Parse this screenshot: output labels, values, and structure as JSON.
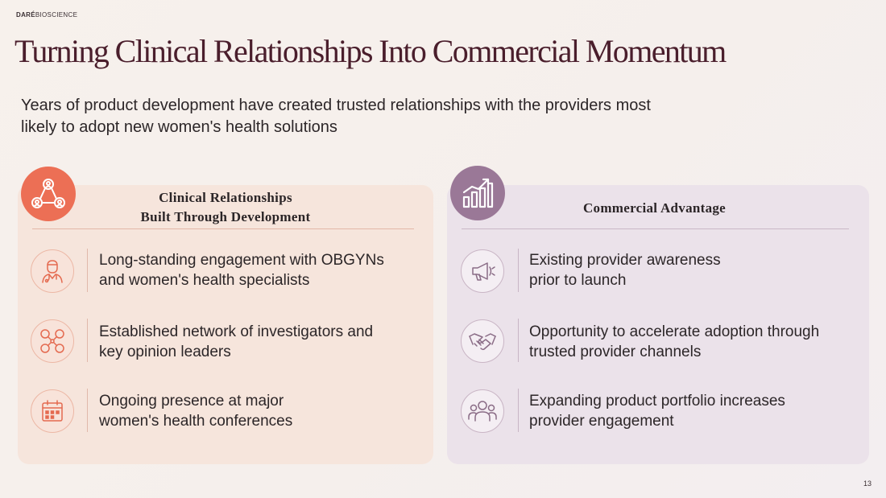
{
  "logo": {
    "bold": "DARÉ",
    "rest": "BIOSCIENCE"
  },
  "title": "Turning Clinical Relationships Into Commercial Momentum",
  "subtitle": "Years of product development have created trusted relationships with the providers most likely to adopt new women's health solutions",
  "left_panel": {
    "title_line1": "Clinical Relationships",
    "title_line2": "Built Through Development",
    "badge_icon": "people-network-icon",
    "items": [
      {
        "icon": "doctor-icon",
        "line1": "Long-standing engagement with OBGYNs",
        "line2": "and women's health specialists"
      },
      {
        "icon": "network-icon",
        "line1": "Established network of investigators and",
        "line2": "key opinion leaders"
      },
      {
        "icon": "calendar-icon",
        "line1": "Ongoing presence at major",
        "line2": "women's health conferences"
      }
    ]
  },
  "right_panel": {
    "title": "Commercial Advantage",
    "badge_icon": "growth-chart-icon",
    "items": [
      {
        "icon": "megaphone-icon",
        "line1": "Existing provider awareness",
        "line2": "prior to launch"
      },
      {
        "icon": "handshake-icon",
        "line1": "Opportunity to accelerate adoption through",
        "line2": "trusted provider channels"
      },
      {
        "icon": "group-icon",
        "line1": "Expanding product portfolio increases",
        "line2": "provider engagement"
      }
    ]
  },
  "page_number": "13",
  "colors": {
    "title": "#4a1e2c",
    "left_accent": "#ec6f55",
    "right_accent": "#9a7897",
    "left_panel_bg": "#f6e5dc",
    "right_panel_bg": "#ebe2ea"
  }
}
